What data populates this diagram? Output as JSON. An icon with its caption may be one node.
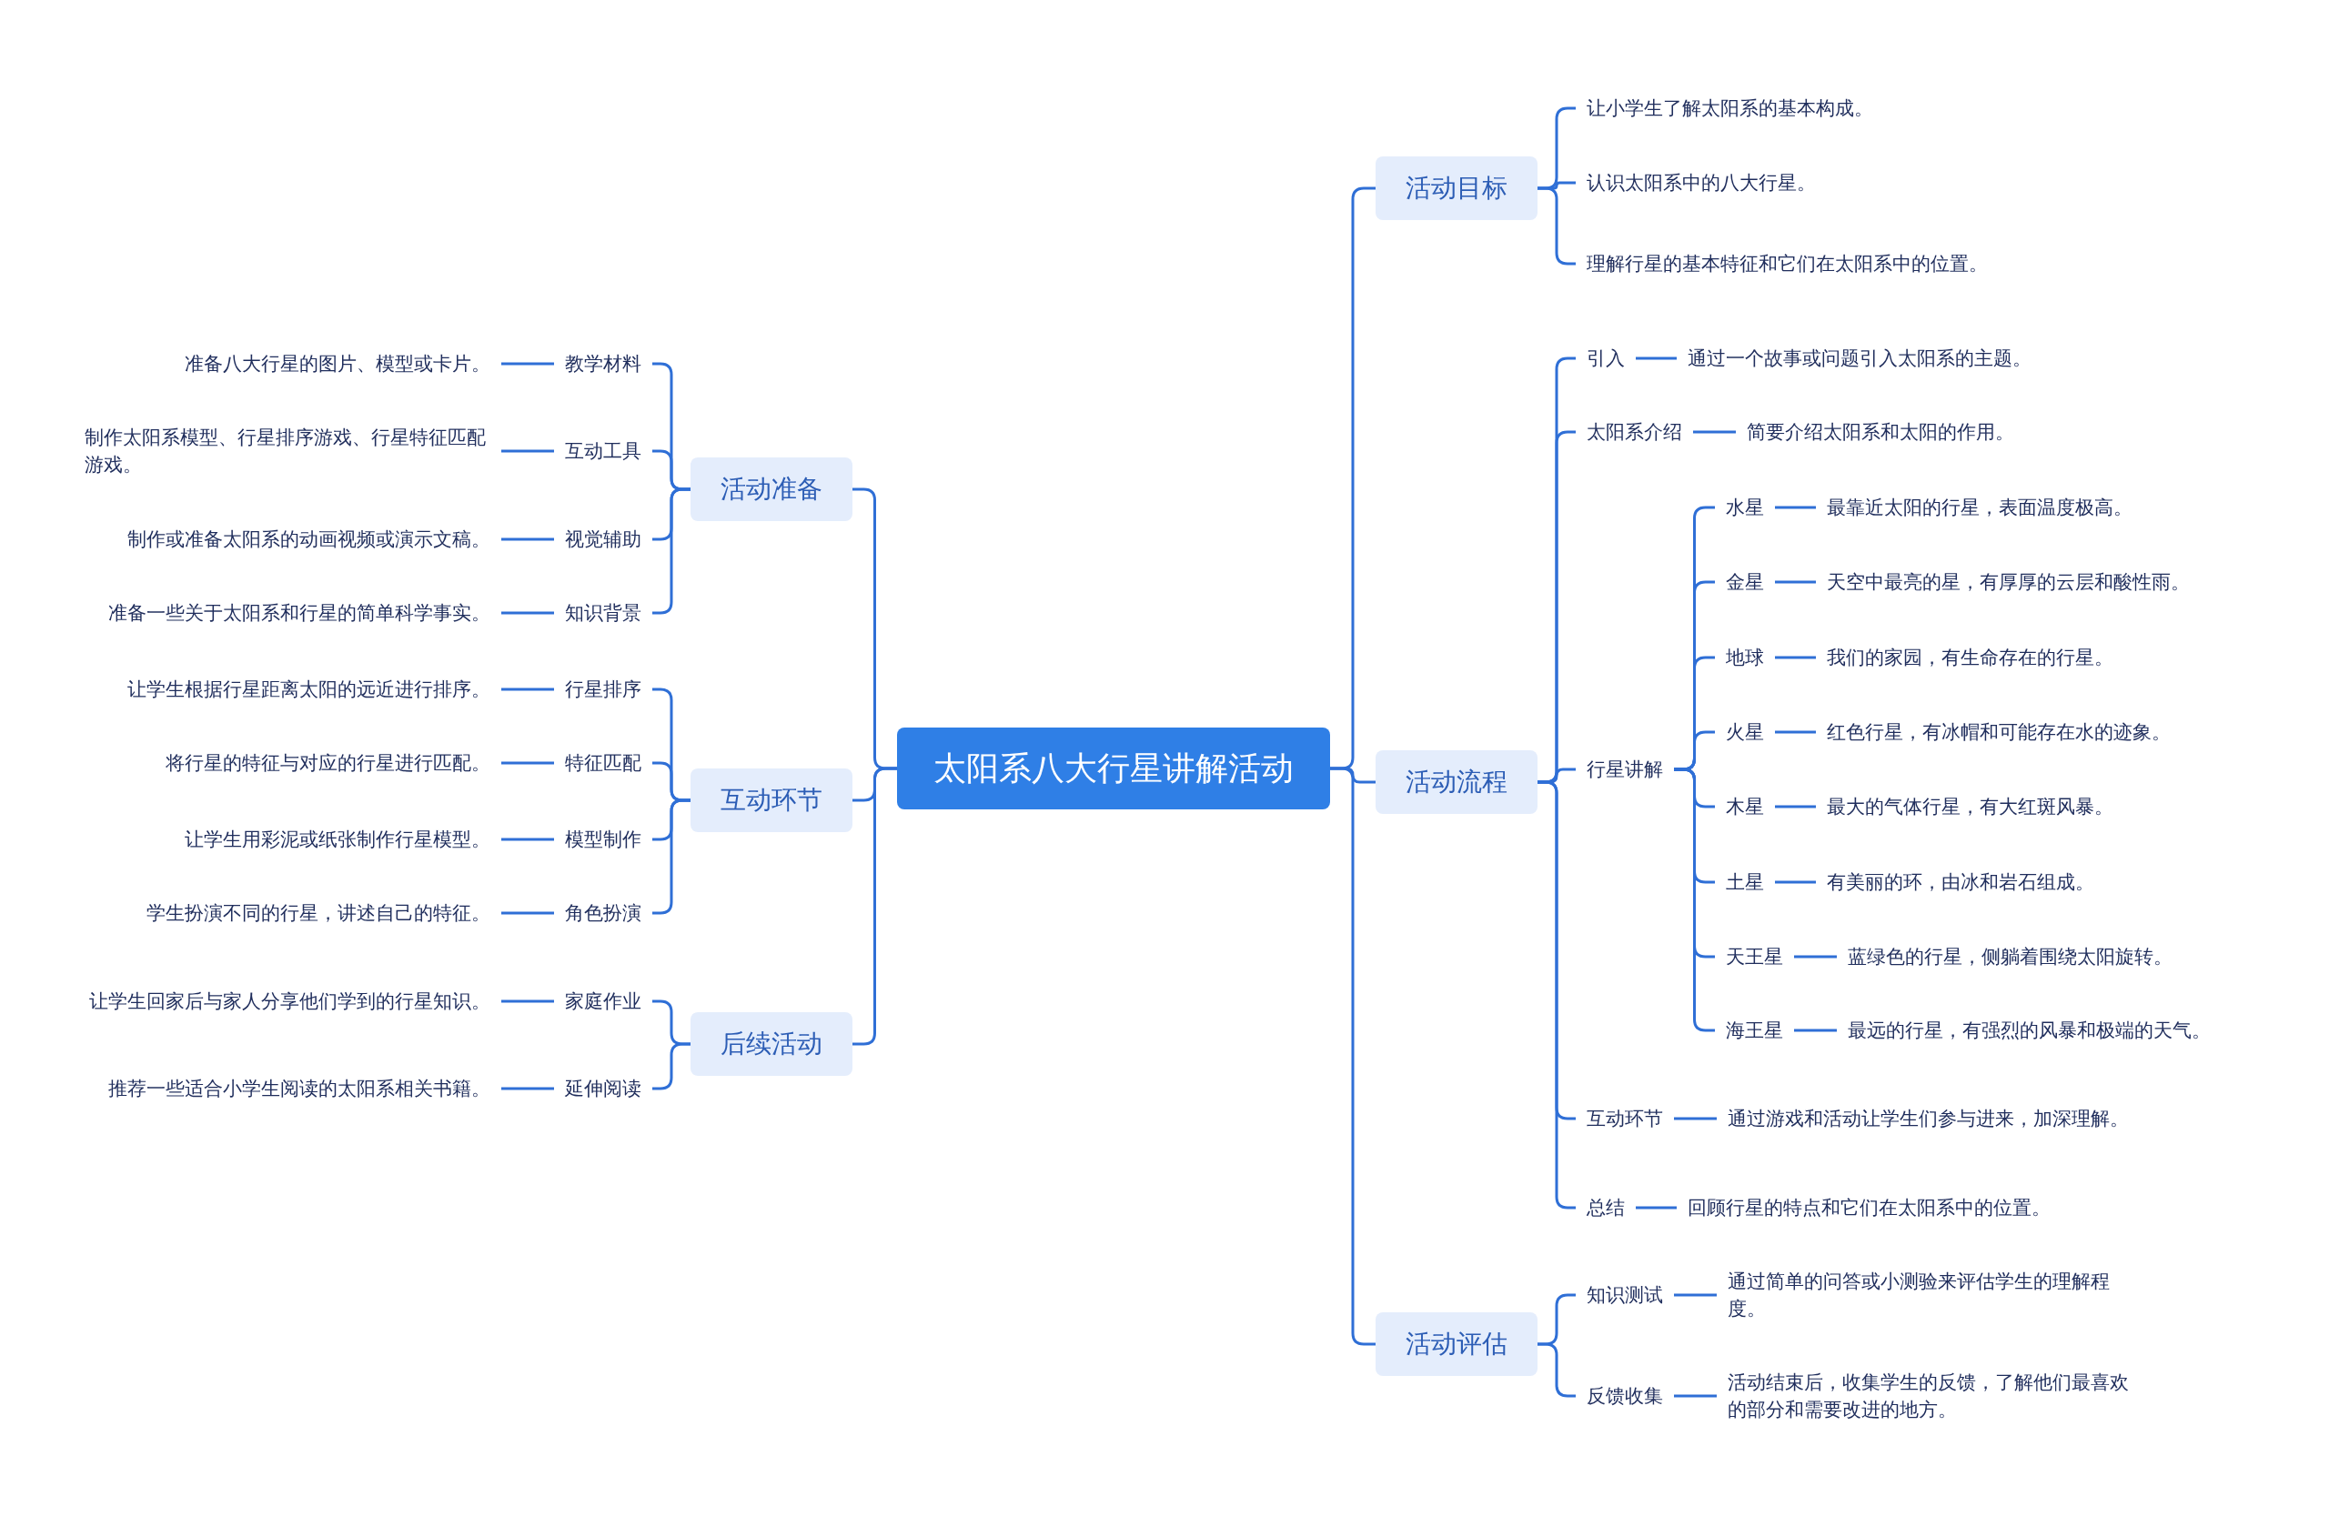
{
  "diagram": {
    "nodes": [
      {
        "text": [
          "太阳系八大行星讲解活动"
        ]
      },
      {
        "text": [
          "活动准备"
        ]
      },
      {
        "text": [
          "教学材料"
        ]
      },
      {
        "text": [
          "准备八大行星的图片、模型或卡片。"
        ]
      },
      {
        "text": [
          "互动工具"
        ]
      },
      {
        "text": [
          "制作太阳系模型、行星排序游戏、行星特征匹配游戏。"
        ]
      },
      {
        "text": [
          "视觉辅助"
        ]
      },
      {
        "text": [
          "制作或准备太阳系的动画视频或演示文稿。"
        ]
      },
      {
        "text": [
          "知识背景"
        ]
      },
      {
        "text": [
          "准备一些关于太阳系和行星的简单科学事实。"
        ]
      },
      {
        "text": [
          "互动环节"
        ]
      },
      {
        "text": [
          "行星排序"
        ]
      },
      {
        "text": [
          "让学生根据行星距离太阳的远近进行排序。"
        ]
      },
      {
        "text": [
          "特征匹配"
        ]
      },
      {
        "text": [
          "将行星的特征与对应的行星进行匹配。"
        ]
      },
      {
        "text": [
          "模型制作"
        ]
      },
      {
        "text": [
          "让学生用彩泥或纸张制作行星模型。"
        ]
      },
      {
        "text": [
          "角色扮演"
        ]
      },
      {
        "text": [
          "学生扮演不同的行星，讲述自己的特征。"
        ]
      },
      {
        "text": [
          "后续活动"
        ]
      },
      {
        "text": [
          "家庭作业"
        ]
      },
      {
        "text": [
          "让学生回家后与家人分享他们学到的行星知识。"
        ]
      },
      {
        "text": [
          "延伸阅读"
        ]
      },
      {
        "text": [
          "推荐一些适合小学生阅读的太阳系相关书籍。"
        ]
      },
      {
        "text": [
          "活动目标"
        ]
      },
      {
        "text": [
          "让小学生了解太阳系的基本构成。"
        ]
      },
      {
        "text": [
          "认识太阳系中的八大行星。"
        ]
      },
      {
        "text": [
          "理解行星的基本特征和它们在太阳系中的位置。"
        ]
      },
      {
        "text": [
          "活动流程"
        ]
      },
      {
        "text": [
          "引入"
        ]
      },
      {
        "text": [
          "通过一个故事或问题引入太阳系的主题。"
        ]
      },
      {
        "text": [
          "太阳系介绍"
        ]
      },
      {
        "text": [
          "简要介绍太阳系和太阳的作用。"
        ]
      },
      {
        "text": [
          "行星讲解"
        ]
      },
      {
        "text": [
          "水星"
        ]
      },
      {
        "text": [
          "最靠近太阳的行星，表面温度极高。"
        ]
      },
      {
        "text": [
          "金星"
        ]
      },
      {
        "text": [
          "天空中最亮的星，有厚厚的云层和酸性雨。"
        ]
      },
      {
        "text": [
          "地球"
        ]
      },
      {
        "text": [
          "我们的家园，有生命存在的行星。"
        ]
      },
      {
        "text": [
          "火星"
        ]
      },
      {
        "text": [
          "红色行星，有冰帽和可能存在水的迹象。"
        ]
      },
      {
        "text": [
          "木星"
        ]
      },
      {
        "text": [
          "最大的气体行星，有大红斑风暴。"
        ]
      },
      {
        "text": [
          "土星"
        ]
      },
      {
        "text": [
          "有美丽的环，由冰和岩石组成。"
        ]
      },
      {
        "text": [
          "天王星"
        ]
      },
      {
        "text": [
          "蓝绿色的行星，侧躺着围绕太阳旋转。"
        ]
      },
      {
        "text": [
          "海王星"
        ]
      },
      {
        "text": [
          "最远的行星，有强烈的风暴和极端的天气。"
        ]
      },
      {
        "text": [
          "互动环节"
        ]
      },
      {
        "text": [
          "通过游戏和活动让学生们参与进来，加深理解。"
        ]
      },
      {
        "text": [
          "总结"
        ]
      },
      {
        "text": [
          "回顾行星的特点和它们在太阳系中的位置。"
        ]
      },
      {
        "text": [
          "活动评估"
        ]
      },
      {
        "text": [
          "知识测试"
        ]
      },
      {
        "text": [
          "通过简单的问答或小测验来评估学生的理解程度。"
        ]
      },
      {
        "text": [
          "反馈收集"
        ]
      },
      {
        "text": [
          "活动结束后，收集学生的反馈，了解他们最喜欢的部分和需要改进的地方。"
        ]
      }
    ],
    "edges": [
      {
        "from": 0,
        "to": 1,
        "arrow": "none"
      },
      {
        "from": 0,
        "to": 10,
        "arrow": "none"
      },
      {
        "from": 0,
        "to": 19,
        "arrow": "none"
      },
      {
        "from": 0,
        "to": 24,
        "arrow": "none"
      },
      {
        "from": 0,
        "to": 28,
        "arrow": "none"
      },
      {
        "from": 0,
        "to": 54,
        "arrow": "none"
      },
      {
        "from": 1,
        "to": 2,
        "arrow": "none"
      },
      {
        "from": 1,
        "to": 4,
        "arrow": "none"
      },
      {
        "from": 1,
        "to": 6,
        "arrow": "none"
      },
      {
        "from": 1,
        "to": 8,
        "arrow": "none"
      },
      {
        "from": 2,
        "to": 3,
        "arrow": "none"
      },
      {
        "from": 4,
        "to": 5,
        "arrow": "none"
      },
      {
        "from": 6,
        "to": 7,
        "arrow": "none"
      },
      {
        "from": 8,
        "to": 9,
        "arrow": "none"
      },
      {
        "from": 10,
        "to": 11,
        "arrow": "none"
      },
      {
        "from": 10,
        "to": 13,
        "arrow": "none"
      },
      {
        "from": 10,
        "to": 15,
        "arrow": "none"
      },
      {
        "from": 10,
        "to": 17,
        "arrow": "none"
      },
      {
        "from": 11,
        "to": 12,
        "arrow": "none"
      },
      {
        "from": 13,
        "to": 14,
        "arrow": "none"
      },
      {
        "from": 15,
        "to": 16,
        "arrow": "none"
      },
      {
        "from": 17,
        "to": 18,
        "arrow": "none"
      },
      {
        "from": 19,
        "to": 20,
        "arrow": "none"
      },
      {
        "from": 19,
        "to": 22,
        "arrow": "none"
      },
      {
        "from": 20,
        "to": 21,
        "arrow": "none"
      },
      {
        "from": 22,
        "to": 23,
        "arrow": "none"
      },
      {
        "from": 24,
        "to": 25,
        "arrow": "none"
      },
      {
        "from": 24,
        "to": 26,
        "arrow": "none"
      },
      {
        "from": 24,
        "to": 27,
        "arrow": "none"
      },
      {
        "from": 28,
        "to": 29,
        "arrow": "none"
      },
      {
        "from": 28,
        "to": 31,
        "arrow": "none"
      },
      {
        "from": 28,
        "to": 33,
        "arrow": "none"
      },
      {
        "from": 28,
        "to": 50,
        "arrow": "none"
      },
      {
        "from": 28,
        "to": 52,
        "arrow": "none"
      },
      {
        "from": 29,
        "to": 30,
        "arrow": "none"
      },
      {
        "from": 31,
        "to": 32,
        "arrow": "none"
      },
      {
        "from": 33,
        "to": 34,
        "arrow": "none"
      },
      {
        "from": 33,
        "to": 36,
        "arrow": "none"
      },
      {
        "from": 33,
        "to": 38,
        "arrow": "none"
      },
      {
        "from": 33,
        "to": 40,
        "arrow": "none"
      },
      {
        "from": 33,
        "to": 42,
        "arrow": "none"
      },
      {
        "from": 33,
        "to": 44,
        "arrow": "none"
      },
      {
        "from": 33,
        "to": 46,
        "arrow": "none"
      },
      {
        "from": 33,
        "to": 48,
        "arrow": "none"
      },
      {
        "from": 34,
        "to": 35,
        "arrow": "none"
      },
      {
        "from": 36,
        "to": 37,
        "arrow": "none"
      },
      {
        "from": 38,
        "to": 39,
        "arrow": "none"
      },
      {
        "from": 40,
        "to": 41,
        "arrow": "none"
      },
      {
        "from": 42,
        "to": 43,
        "arrow": "none"
      },
      {
        "from": 44,
        "to": 45,
        "arrow": "none"
      },
      {
        "from": 46,
        "to": 47,
        "arrow": "none"
      },
      {
        "from": 48,
        "to": 49,
        "arrow": "none"
      },
      {
        "from": 50,
        "to": 51,
        "arrow": "none"
      },
      {
        "from": 52,
        "to": 53,
        "arrow": "none"
      },
      {
        "from": 54,
        "to": 55,
        "arrow": "none"
      },
      {
        "from": 54,
        "to": 57,
        "arrow": "none"
      },
      {
        "from": 55,
        "to": 56,
        "arrow": "none"
      },
      {
        "from": 57,
        "to": 58,
        "arrow": "none"
      }
    ]
  }
}
